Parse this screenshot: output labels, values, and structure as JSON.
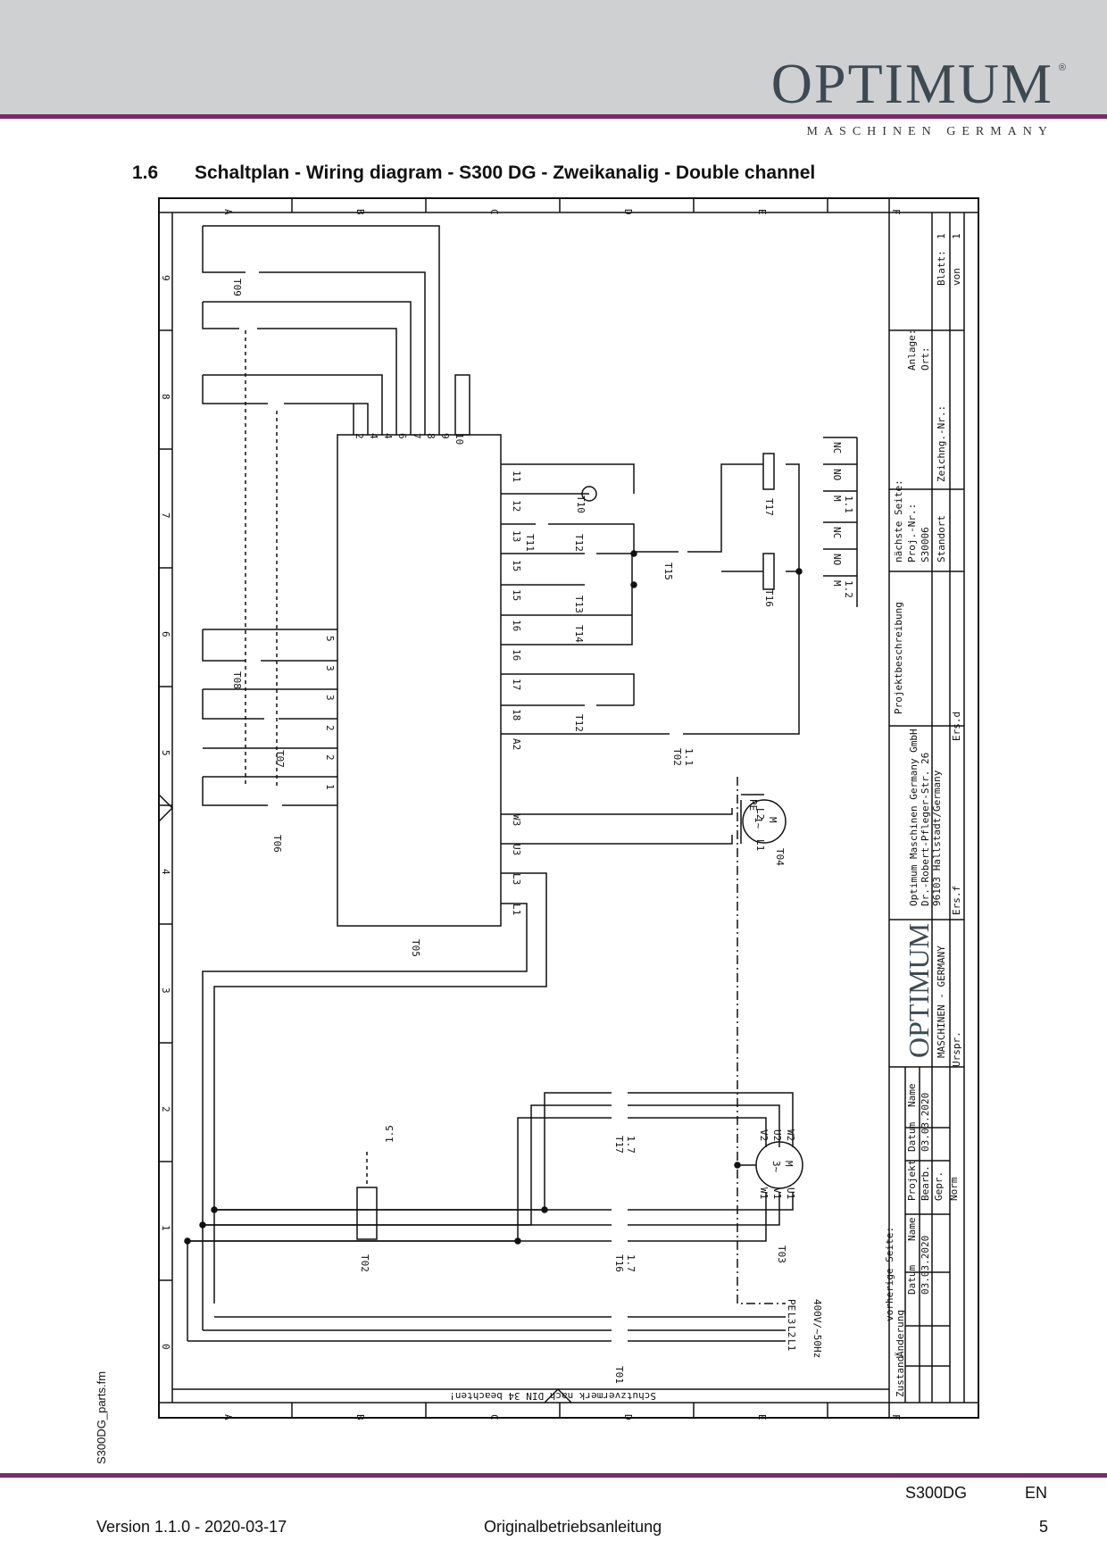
{
  "header": {
    "brand": "OPTIMUM",
    "brand_reg": "®",
    "brand_sub": "MASCHINEN GERMANY"
  },
  "section": {
    "number": "1.6",
    "title": "Schaltplan - Wiring diagram - S300 DG - Zweikanalig - Double channel"
  },
  "side_label": "S300DG_parts.fm",
  "diagram": {
    "column_letters": [
      "A",
      "B",
      "C",
      "D",
      "E",
      "F"
    ],
    "row_numbers": [
      "0",
      "1",
      "2",
      "3",
      "4",
      "5",
      "6",
      "7",
      "8",
      "9"
    ],
    "components": {
      "t01": "T01",
      "t02": "T02",
      "t03": "T03",
      "t04": "T04",
      "t05": "T05",
      "t06": "T06",
      "t07": "T07",
      "t08": "T08",
      "t09": "T09",
      "t10": "T10",
      "t11": "T11",
      "t12a": "T12",
      "t12b": "T12",
      "t13": "T13",
      "t14": "T14",
      "t15": "T15",
      "t16": "T16",
      "t17": "T17",
      "t02_contact": "T02"
    },
    "ref_t02_contact": "1.1",
    "ref_t16": "1.7",
    "ref_t17": "1.7",
    "ref_15": "1.5",
    "top_terminals": [
      "2",
      "4",
      "4",
      "6",
      "7",
      "8",
      "9",
      "10"
    ],
    "left_terminals": [
      "5",
      "3",
      "3",
      "2",
      "2",
      "1"
    ],
    "right_terminals": [
      "11",
      "12",
      "13",
      "15",
      "15",
      "16",
      "16",
      "17",
      "18",
      "A2",
      "W3",
      "U3",
      "L3",
      "L1"
    ],
    "motor1": {
      "m": "M",
      "phase": "1~",
      "l1": "L1",
      "l2": "L2",
      "pe": "PE"
    },
    "motor3": {
      "m": "M",
      "phase": "3~",
      "w1": "W1",
      "v1": "V1",
      "u1": "U1",
      "v2": "V2",
      "u2": "U2",
      "w2": "W2"
    },
    "supply": {
      "l1": "L1",
      "l2": "L2",
      "l3": "L3",
      "pe": "PE",
      "voltage": "400V/~50Hz"
    },
    "contact_table": {
      "headers1": [
        "M",
        "NO",
        "NC"
      ],
      "vals1": [
        "1.1"
      ],
      "headers2": [
        "M",
        "NO",
        "NC"
      ],
      "vals2": [
        "1.2"
      ]
    },
    "title_block": {
      "vorherige": "vorherige Seite:",
      "zustand": "Zustand",
      "aenderung": "Änderung",
      "datum": "Datum",
      "name": "Name",
      "datum_val": "03.03.2020",
      "projekt": "Projekt",
      "bearb": "Bearb.",
      "gepr": "Gepr.",
      "norm": "Norm",
      "datum2": "Datum",
      "datum2_val": "03.03.2020",
      "name2": "Name",
      "urspr": "Urspr.",
      "ers_f": "Ers.f",
      "ers_d": "Ers.d",
      "company1": "Optimum Maschinen Germany GmbH",
      "company2": "Dr.-Robert-Pfleger-Str. 26",
      "company3": "96103 Hallstadt/Germany",
      "logo_word": "OPTIMUM",
      "logo_sub": "MASCHINEN - GERMANY",
      "projektbeschreibung": "Projektbeschreibung",
      "naechste": "nächste Seite:",
      "proj_nr": "Proj.-Nr.:",
      "proj_val": "S30006",
      "standort": "Standort",
      "zeichng": "Zeichng.-Nr.:",
      "anlage": "Anlage:",
      "ort": "Ort:",
      "blatt": "Blatt:",
      "blatt_val": "1",
      "von": "von",
      "von_val": "1"
    },
    "note": "Schutzvermerk nach DIN 34 beachten!"
  },
  "footer": {
    "model": "S300DG",
    "lang": "EN",
    "version": "Version 1.1.0 - 2020-03-17",
    "doc": "Originalbetriebsanleitung",
    "page": "5"
  }
}
